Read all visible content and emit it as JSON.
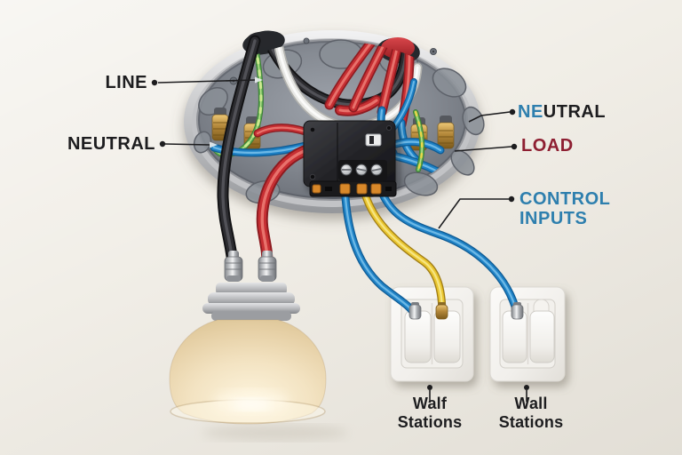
{
  "diagram": {
    "name": "smart-light-ceiling-box-wiring-diagram",
    "labels": {
      "line": "LINE",
      "neutral_left": "NEUTRAL",
      "neutral_right_prefix": "NE",
      "neutral_right_suffix": "UTRAL",
      "load": "LOAD",
      "control_line1": "CONTROL",
      "control_line2": "INPUTS",
      "station1_line1": "Walf",
      "station1_line2": "Stations",
      "station2_line1": "Wall",
      "station2_line2": "Stations"
    },
    "colors": {
      "background": "#f1eee7",
      "ink": "#1d1d1f",
      "label_blue": "#2e7fae",
      "label_red": "#8e1f32",
      "wire_black": "#2c2c30",
      "wire_white": "#e8e8e5",
      "wire_red": "#c62f33",
      "wire_blue": "#1f82c6",
      "wire_yellow": "#e9c52f",
      "wire_green": "#5aa94f",
      "box_rim": "#c9cacc",
      "box_pan": "#81868e",
      "brass": "#c99a3e",
      "shade_cream": "#f0e0bf"
    },
    "components": [
      "ceiling-junction-box",
      "control-module",
      "pendant-light",
      "wall-station",
      "wall-station"
    ]
  }
}
